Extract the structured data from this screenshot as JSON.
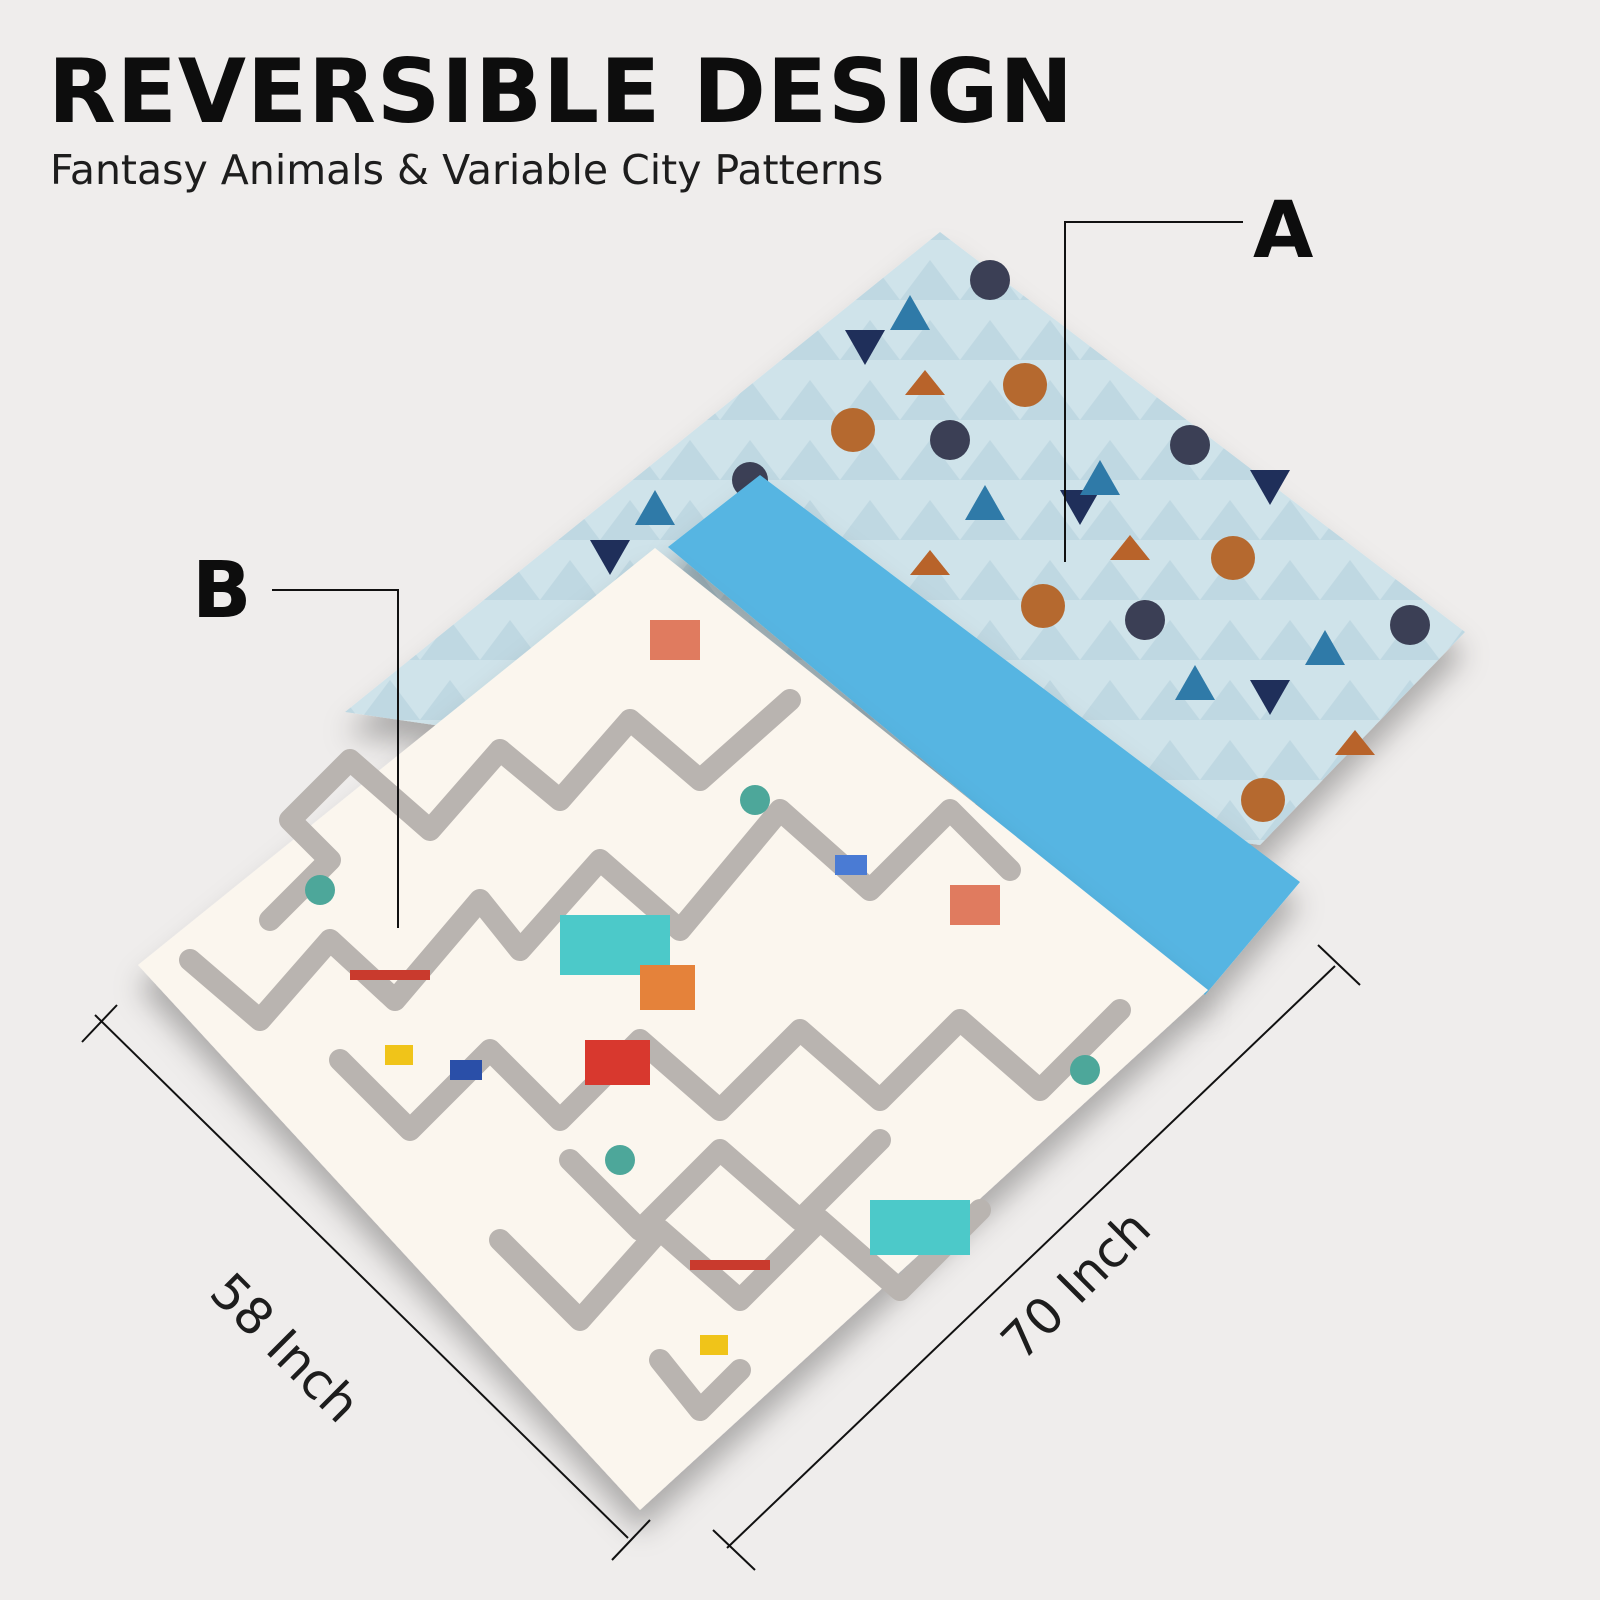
{
  "header": {
    "title": "REVERSIBLE DESIGN",
    "subtitle": "Fantasy Animals & Variable City Patterns"
  },
  "callouts": {
    "side_a": "A",
    "side_b": "B"
  },
  "dimensions": {
    "width_label": "58 Inch",
    "length_label": "70 Inch"
  },
  "colors": {
    "background": "#efedec",
    "side_a_base": "#cfe3ea",
    "side_b_base": "#fbf6ee",
    "road": "#b9b4b0",
    "blue_strip": "#56b5e2"
  }
}
